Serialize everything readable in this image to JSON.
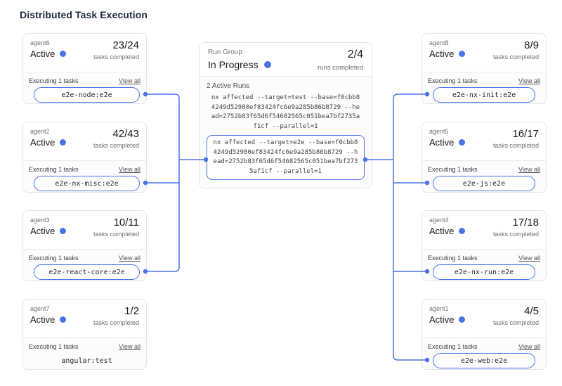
{
  "title": "Distributed Task Execution",
  "accent_color": "#4a73e8",
  "run_group": {
    "label": "Run Group",
    "status": "In Progress",
    "count": "2/4",
    "count_label": "runs completed",
    "active_runs_label": "2 Active Runs",
    "command_secondary": "nx affected --target=test --base=f0cbb84249d52980ef83424fc6e9a285b86b8729 --head=2752b83f65d6f54682565c051bea7bf2735af1cf --parallel=1",
    "command_active": "nx affected --target=e2e --base=f0cbb84249d52980ef83424fc6e9a285b86b8729 --head=2752b83f65d6f54682565c051bea7bf2735af1cf --parallel=1"
  },
  "agents_left": [
    {
      "name": "agent6",
      "status": "Active",
      "count": "23/24",
      "count_label": "tasks completed",
      "executing_label": "Executing 1 tasks",
      "view_all": "View all",
      "task": "e2e-node:e2e"
    },
    {
      "name": "agent2",
      "status": "Active",
      "count": "42/43",
      "count_label": "tasks completed",
      "executing_label": "Executing 1 tasks",
      "view_all": "View all",
      "task": "e2e-nx-misc:e2e"
    },
    {
      "name": "agent3",
      "status": "Active",
      "count": "10/11",
      "count_label": "tasks completed",
      "executing_label": "Executing 1 tasks",
      "view_all": "View all",
      "task": "e2e-react-core:e2e"
    },
    {
      "name": "agent7",
      "status": "Active",
      "count": "1/2",
      "count_label": "tasks completed",
      "executing_label": "Executing 1 tasks",
      "view_all": "View all",
      "task": "angular:test"
    }
  ],
  "agents_right": [
    {
      "name": "agent8",
      "status": "Active",
      "count": "8/9",
      "count_label": "tasks completed",
      "executing_label": "Executing 1 tasks",
      "view_all": "View all",
      "task": "e2e-nx-init:e2e"
    },
    {
      "name": "agent5",
      "status": "Active",
      "count": "16/17",
      "count_label": "tasks completed",
      "executing_label": "Executing 1 tasks",
      "view_all": "View all",
      "task": "e2e-js:e2e"
    },
    {
      "name": "agent4",
      "status": "Active",
      "count": "17/18",
      "count_label": "tasks completed",
      "executing_label": "Executing 1 tasks",
      "view_all": "View all",
      "task": "e2e-nx-run:e2e"
    },
    {
      "name": "agent1",
      "status": "Active",
      "count": "4/5",
      "count_label": "tasks completed",
      "executing_label": "Executing 1 tasks",
      "view_all": "View all",
      "task": "e2e-web:e2e"
    }
  ]
}
